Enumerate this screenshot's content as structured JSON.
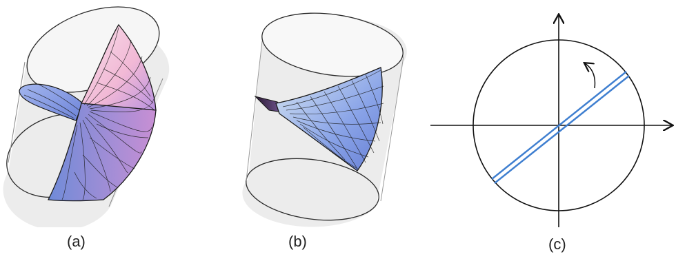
{
  "figure": {
    "panels": [
      {
        "id": "a",
        "caption": "(a)"
      },
      {
        "id": "b",
        "caption": "(b)"
      },
      {
        "id": "c",
        "caption": "(c)"
      }
    ],
    "colors": {
      "cylinder_fill": "#ececec",
      "cylinder_edge": "#2a2a2a",
      "surface_blue": "#8fa6e6",
      "surface_pink": "#f2c7de",
      "surface_magenta": "#c98fd6",
      "mesh": "#1a1a1a",
      "axis": "#111111",
      "double_line": "#3f7fd0"
    }
  }
}
